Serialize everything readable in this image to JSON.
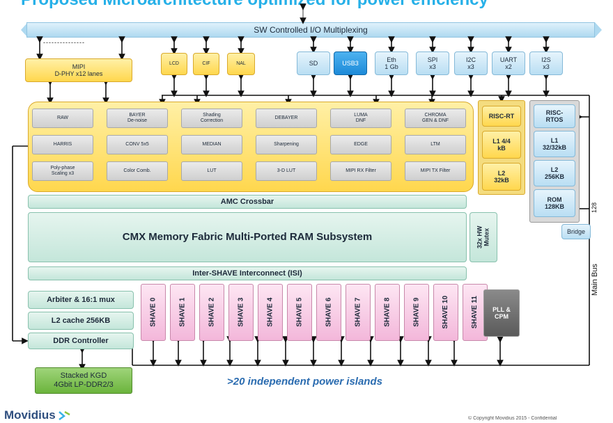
{
  "title": "Proposed Microarchitecture optimized for power efficiency",
  "sw_bar": {
    "label": "SW Controlled I/O Multiplexing"
  },
  "mipi": {
    "line1": "MIPI",
    "line2": "D-PHY x12 lanes",
    "dashes": "---------------"
  },
  "small_periph": [
    "LCD",
    "CIF",
    "NAL"
  ],
  "io_boxes": [
    {
      "label": "SD",
      "sub": ""
    },
    {
      "label": "USB3",
      "sub": ""
    },
    {
      "label": "Eth",
      "sub": "1 Gb"
    },
    {
      "label": "SPI",
      "sub": "x3"
    },
    {
      "label": "I2C",
      "sub": "x3"
    },
    {
      "label": "UART",
      "sub": "x2"
    },
    {
      "label": "I2S",
      "sub": "x3"
    }
  ],
  "isp_blocks": [
    [
      "RAW",
      "BAYER\nDe-noise",
      "Shading\nCorrection",
      "DEBAYER",
      "LUMA\nDNF",
      "CHROMA\nGEN & DNF"
    ],
    [
      "HARRIS",
      "CONV 5x5",
      "MEDIAN",
      "Sharpening",
      "EDGE",
      "LTM"
    ],
    [
      "Poly-phase\nScaling x3",
      "Color Comb.",
      "LUT",
      "3-D LUT",
      "MIPI RX Filter",
      "MIPI TX Filter"
    ]
  ],
  "risc_rt": {
    "title": "RISC-RT",
    "l1": "L1 4/4\nkB",
    "l2": "L2\n32kB"
  },
  "risc_rtos": {
    "title": "RISC-\nRTOS",
    "l1": "L1\n32/32kB",
    "l2": "L2\n256KB",
    "rom": "ROM\n128KB"
  },
  "amc": "AMC Crossbar",
  "cmx": "CMX Memory Fabric Multi-Ported RAM Subsystem",
  "mutex": "32x HW\nMutex",
  "isi": "Inter-SHAVE Interconnect (ISI)",
  "arbiter": "Arbiter & 16:1 mux",
  "l2cache": "L2 cache 256KB",
  "ddr": "DDR Controller",
  "shaves": [
    "SHAVE 0",
    "SHAVE 1",
    "SHAVE 2",
    "SHAVE 3",
    "SHAVE 4",
    "SHAVE 5",
    "SHAVE 6",
    "SHAVE 7",
    "SHAVE 8",
    "SHAVE 9",
    "SHAVE 10",
    "SHAVE 11"
  ],
  "pll": "PLL &\nCPM",
  "bridge": "Bridge",
  "bus_width": "128",
  "main_bus": "Main Bus",
  "stacked": {
    "line1": "Stacked KGD",
    "line2": "4Gbit LP-DDR2/3"
  },
  "power_islands": ">20 independent power islands",
  "logo": "Movidius",
  "copyright": "© Copyright Movidius 2015 - Confidential"
}
